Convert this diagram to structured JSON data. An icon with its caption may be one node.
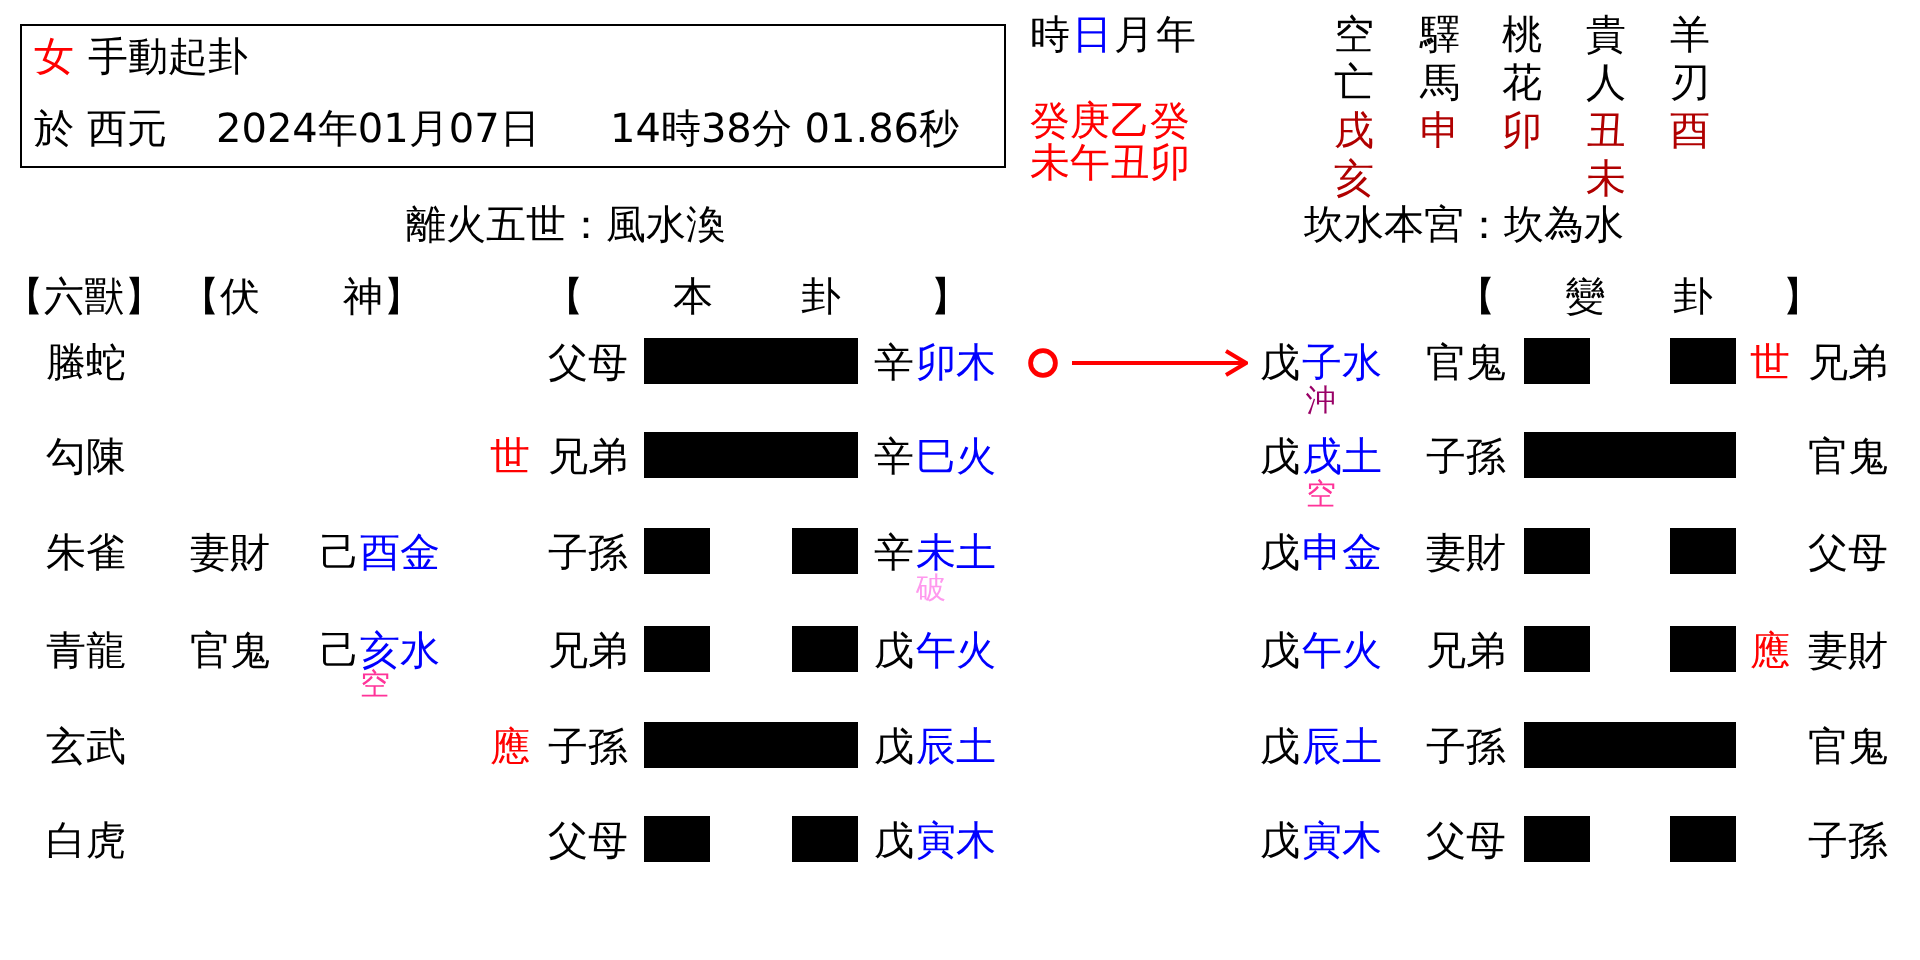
{
  "diagram": {
    "nodes": [
      {
        "text": [
          "女",
          "手動起卦",
          "於 西元",
          "2024年01月07日",
          "14時38分 01.86秒"
        ]
      },
      {
        "text": [],
        "shape": "circle"
      },
      {
        "text": [
          "戊",
          "子水"
        ],
        "beside": [
          "沖"
        ]
      }
    ],
    "edges": [
      {
        "from": 1,
        "to": 2,
        "arrow": "to"
      }
    ],
    "labels": [
      "時",
      "日",
      "月",
      "年",
      "空亡",
      "驛馬",
      "桃花",
      "貴人",
      "羊刃",
      "癸庚乙癸",
      "未午丑卯",
      "戌亥",
      "申",
      "卯",
      "丑未",
      "酉",
      "離火五世：風水渙",
      "坎水本宮：坎為水",
      "【六獸】",
      "【伏 神】",
      "【 本 卦 】",
      "【 變 卦 】",
      "螣蛇",
      "父母",
      "辛",
      "卯木",
      "官鬼",
      "世",
      "兄弟",
      "勾陳",
      "世",
      "兄弟",
      "辛",
      "巳火",
      "戊",
      "戌土",
      "空",
      "子孫",
      "官鬼",
      "朱雀",
      "妻財",
      "己",
      "酉金",
      "子孫",
      "辛",
      "未土",
      "破",
      "戊",
      "申金",
      "妻財",
      "父母",
      "青龍",
      "官鬼",
      "己",
      "亥水",
      "空",
      "兄弟",
      "戊",
      "午火",
      "戊",
      "午火",
      "兄弟",
      "應",
      "妻財",
      "玄武",
      "應",
      "子孫",
      "戊",
      "辰土",
      "戊",
      "辰土",
      "子孫",
      "官鬼",
      "白虎",
      "父母",
      "戊",
      "寅木",
      "戊",
      "寅木",
      "父母",
      "子孫"
    ]
  }
}
